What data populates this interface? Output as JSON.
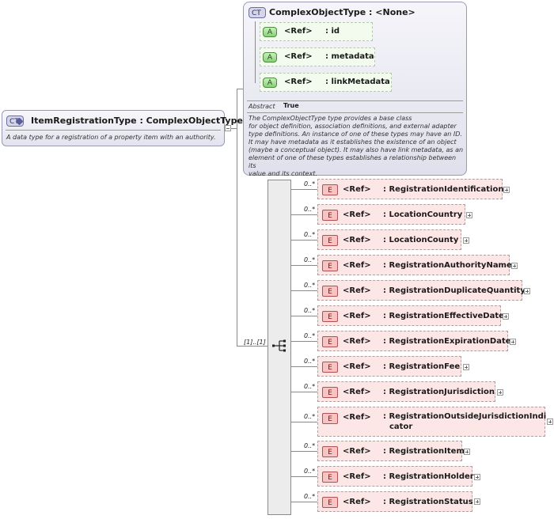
{
  "item_type": {
    "badge": "CT",
    "title": "ItemRegistrationType : ComplexObjectType",
    "documentation": "A data type for a registration of a property item with an authority."
  },
  "base_type": {
    "badge": "CT",
    "title": "ComplexObjectType : <None>",
    "attributes": [
      {
        "badge": "A",
        "ref": "<Ref>",
        "name": ": id"
      },
      {
        "badge": "A",
        "ref": "<Ref>",
        "name": ": metadata"
      },
      {
        "badge": "A",
        "ref": "<Ref>",
        "name": ": linkMetadata"
      }
    ],
    "property_label": "Abstract",
    "property_value": "True",
    "documentation_lines": [
      "The ComplexObjectType type provides a base class",
      "for object definition, association definitions, and external adapter",
      "type definitions. An instance of one of these types may have an ID.",
      "It may have metadata as it establishes the existence of an object",
      "(maybe a conceptual object). It may also have link metadata, as an",
      "element of one of these types establishes a relationship between its",
      "value and its context."
    ]
  },
  "sequence": {
    "occurrence": "[1]..[1]"
  },
  "elements": [
    {
      "occ": "0..*",
      "badge": "E",
      "ref": "<Ref>",
      "name": ": RegistrationIdentification"
    },
    {
      "occ": "0..*",
      "badge": "E",
      "ref": "<Ref>",
      "name": ": LocationCountry"
    },
    {
      "occ": "0..*",
      "badge": "E",
      "ref": "<Ref>",
      "name": ": LocationCounty"
    },
    {
      "occ": "0..*",
      "badge": "E",
      "ref": "<Ref>",
      "name": ": RegistrationAuthorityName"
    },
    {
      "occ": "0..*",
      "badge": "E",
      "ref": "<Ref>",
      "name": ": RegistrationDuplicateQuantity"
    },
    {
      "occ": "0..*",
      "badge": "E",
      "ref": "<Ref>",
      "name": ": RegistrationEffectiveDate"
    },
    {
      "occ": "0..*",
      "badge": "E",
      "ref": "<Ref>",
      "name": ": RegistrationExpirationDate"
    },
    {
      "occ": "0..*",
      "badge": "E",
      "ref": "<Ref>",
      "name": ": RegistrationFee"
    },
    {
      "occ": "0..*",
      "badge": "E",
      "ref": "<Ref>",
      "name": ": RegistrationJurisdiction"
    },
    {
      "occ": "0..*",
      "badge": "E",
      "ref": "<Ref>",
      "name": ": RegistrationOutsideJurisdictionIndi",
      "name2": "cator"
    },
    {
      "occ": "0..*",
      "badge": "E",
      "ref": "<Ref>",
      "name": ": RegistrationItem"
    },
    {
      "occ": "0..*",
      "badge": "E",
      "ref": "<Ref>",
      "name": ": RegistrationHolder"
    },
    {
      "occ": "0..*",
      "badge": "E",
      "ref": "<Ref>",
      "name": ": RegistrationStatus"
    }
  ]
}
